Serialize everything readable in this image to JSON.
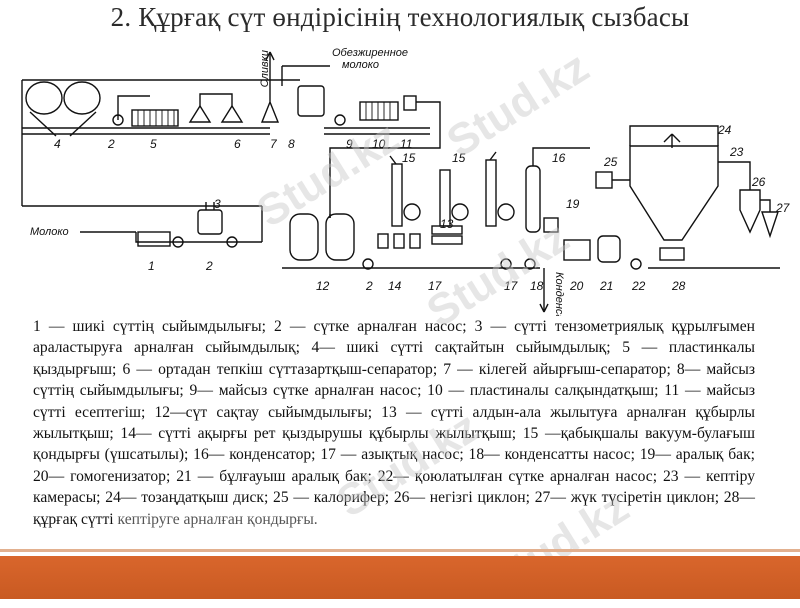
{
  "title": "2. Құрғақ сүт өндірісінің технологиялық сызбасы",
  "diagram": {
    "labels": {
      "slivki": "Сливки",
      "skim_milk_line1": "Обезжиренное",
      "skim_milk_line2": "молоко",
      "moloko": "Молоко",
      "kondensat": "Конденсат"
    },
    "numbers": {
      "n1": "1",
      "n2a": "2",
      "n2b": "2",
      "n2c": "2",
      "n3": "3",
      "n4": "4",
      "n5": "5",
      "n6": "6",
      "n7": "7",
      "n8": "8",
      "n9": "9",
      "n10": "10",
      "n11": "11",
      "n12": "12",
      "n13": "13",
      "n14": "14",
      "n15a": "15",
      "n15b": "15",
      "n16": "16",
      "n17a": "17",
      "n17b": "17",
      "n18": "18",
      "n19": "19",
      "n20": "20",
      "n21": "21",
      "n22": "22",
      "n23": "23",
      "n24": "24",
      "n25": "25",
      "n26": "26",
      "n27": "27",
      "n28": "28"
    }
  },
  "legend": {
    "text": "1 — шикі сүттің сыйымдылығы; 2 — сүтке арналған насос; 3 — сүтті тензометриялық құрылғымен араластыруға арналған сыйымдылық; 4— шикі сүтті сақтайтын сыйымдылық; 5 — пластинкалы қыздырғыш; 6 — ортадан тепкіш сүттазартқыш-сепаратор; 7 — кілегей айырғыш-сепаратор; 8— майсыз сүттің сыйымдылығы; 9— майсыз сүтке арналған насос; 10 — пластиналы салқындатқыш; 11 — майсыз сүтті есептегіш; 12—сүт сақтау сыйымдылығы; 13 — сүтті алдын-ала жылытуға арналған құбырлы жылытқыш; 14— сүтті ақырғы рет қыздырушы құбырлы жылытқыш; 15 —қабықшалы вакуум-булағыш қондырғы (үшсатылы); 16— конденсатор; 17 — азықтық насос; 18— конденсатты насос; 19— аралық бак; 20— гомогенизатор; 21 — бұлғауыш аралық бак; 22— қоюлатылған сүтке арналған насос; 23 — кептіру камерасы; 24— тозаңдатқыш диск; 25 — калорифер; 26— негізгі циклон; 27— жүк түсіретін циклон; 28— құрғақ сүтті ",
    "last": "кептіруге арналған қондырғы."
  },
  "watermark": "Stud.kz",
  "colors": {
    "footer": "#c95a22",
    "ink": "#111111"
  }
}
